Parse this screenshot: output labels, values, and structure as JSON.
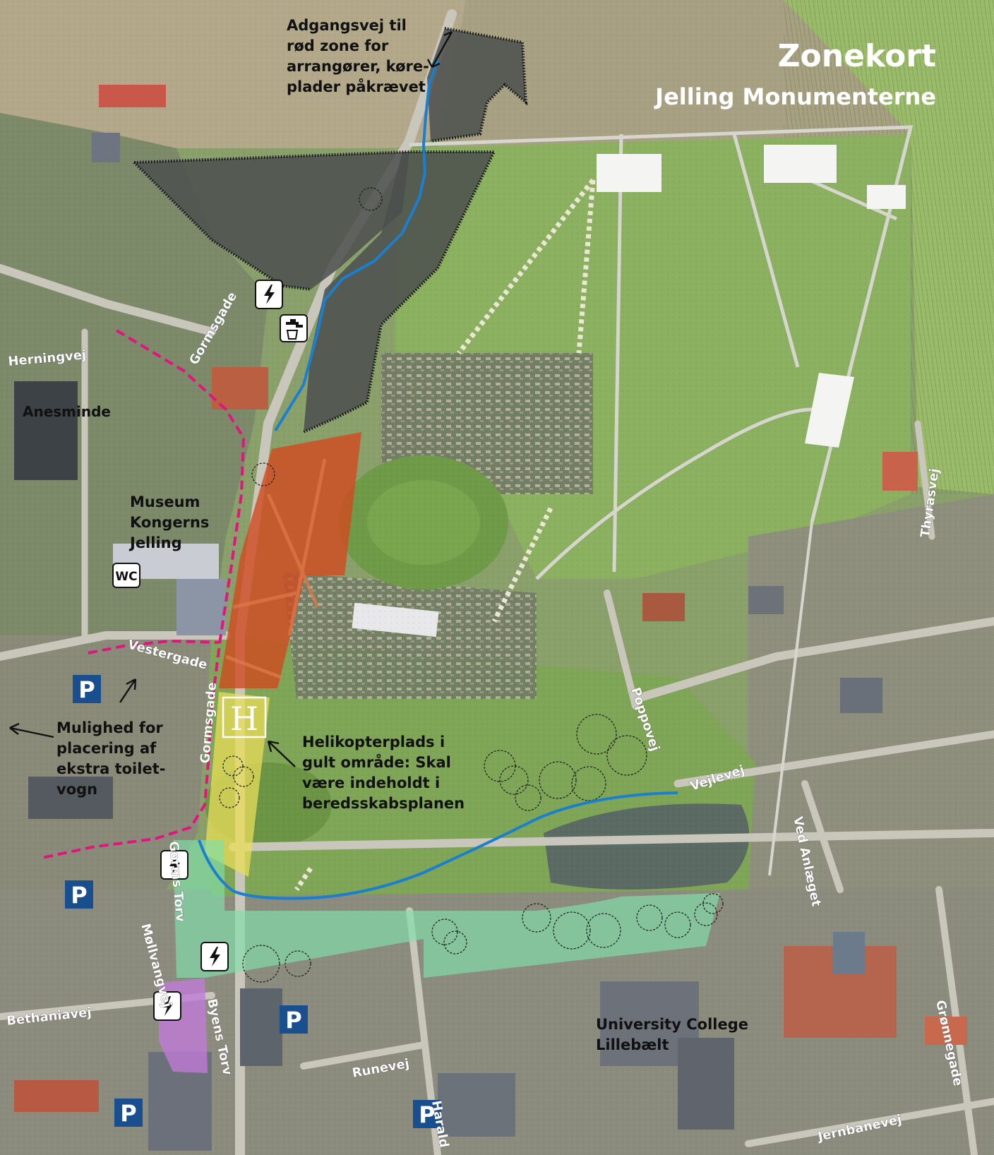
{
  "title": "Zonekort",
  "subtitle": "Jelling Monumenterne",
  "colors": {
    "zone_dark": "#4b4f4d",
    "zone_red": "#d14a1f",
    "zone_yellow": "#e9dd5a",
    "zone_green": "#7fe0aa",
    "zone_purple": "#c07ad6",
    "route_blue": "#1a7fd0",
    "route_magenta": "#e0157f",
    "parking_blue": "#1a4f8f",
    "field_green": "#8aa860",
    "field_brown": "#b3a88a"
  },
  "annotations": {
    "access_road": [
      "Adgangsvej til",
      "rød zone for",
      "arrangører, køre-",
      "plader påkrævet"
    ],
    "helipad": [
      "Helikopterplads i",
      "gult område: Skal",
      "være indeholdt i",
      "beredsskabsplanen"
    ],
    "toilet": [
      "Mulighed for",
      "placering af",
      "ekstra toilet-",
      "vogn"
    ]
  },
  "places": {
    "anesminde": "Anesminde",
    "museum": [
      "Museum",
      "Kongerns",
      "Jelling"
    ],
    "university": [
      "University College",
      "Lillebælt"
    ]
  },
  "streets": {
    "herningvej": "Herningvej",
    "gormsgade_north": "Gormsgade",
    "vestergade": "Vestergade",
    "gormsgade_south": "Gormsgade",
    "gorms_torv": "Gorms Torv",
    "molvangvej": "Møllvangvej",
    "bethaniavej": "Bethaniavej",
    "byens_torv": "Byens Torv",
    "runevej": "Runevej",
    "poppovej": "Poppovej",
    "vejlevej": "Vejlevej",
    "ved_anlaeget": "Ved Anlæget",
    "thyrasvej": "Thyrasvej",
    "gronnegade": "Grønnegade",
    "jernbanevej": "Jernbanevej",
    "harald_edge": "Harald"
  },
  "icons": {
    "wc": "WC",
    "parking": "P",
    "helipad": "H"
  }
}
